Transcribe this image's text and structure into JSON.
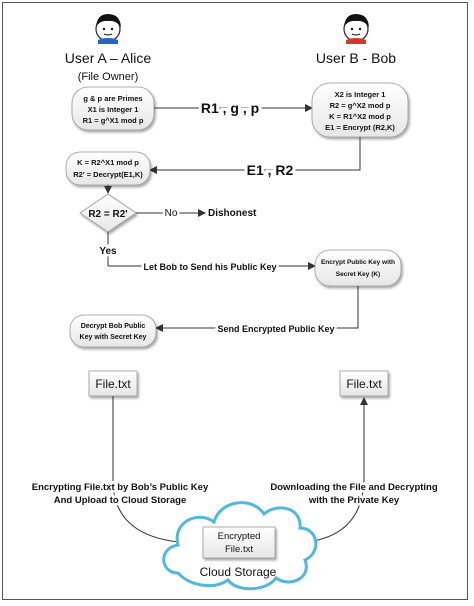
{
  "user_a": {
    "name": "User A – Alice",
    "role": "(File Owner)"
  },
  "user_b": {
    "name": "User B - Bob"
  },
  "alice_init": [
    "g & p are Primes",
    "X1 is Integer 1",
    "R1 = g^X1 mod p"
  ],
  "bob_init": [
    "X2 is Integer 1",
    "R2 = g^X2 mod p",
    "K = R1^X2 mod p",
    "E1 = Encrypt (R2,K)"
  ],
  "msg_r1": "R1 , g , p",
  "msg_e1": "E1 , R2",
  "alice_check": [
    "K = R2^X1 mod p",
    "R2' = Decrypt(E1,K)"
  ],
  "decision": "R2 = R2'",
  "no_label": "No",
  "dishonest": "Dishonest",
  "yes_label": "Yes",
  "msg_let_bob": "Let Bob to Send his Public Key",
  "bob_encrypt": [
    "Encrypt Public Key with",
    "Secret Key (K)"
  ],
  "msg_send_pub": "Send Encrypted Public Key",
  "alice_decrypt": [
    "Decrypt Bob Public",
    "Key with Secret Key"
  ],
  "file_a": "File.txt",
  "file_b": "File.txt",
  "left_caption": [
    "Encrypting File.txt by Bob’s Public Key",
    "And Upload to Cloud Storage"
  ],
  "right_caption": [
    "Downloading the File and Decrypting",
    "with the Private Key"
  ],
  "cloud_file": [
    "Encrypted",
    "File.txt"
  ],
  "cloud_label": "Cloud Storage",
  "colors": {
    "cloud": "#4fb8e0",
    "node_fill": "#f2f2f2",
    "node_stroke": "#888888",
    "line": "#333333"
  }
}
